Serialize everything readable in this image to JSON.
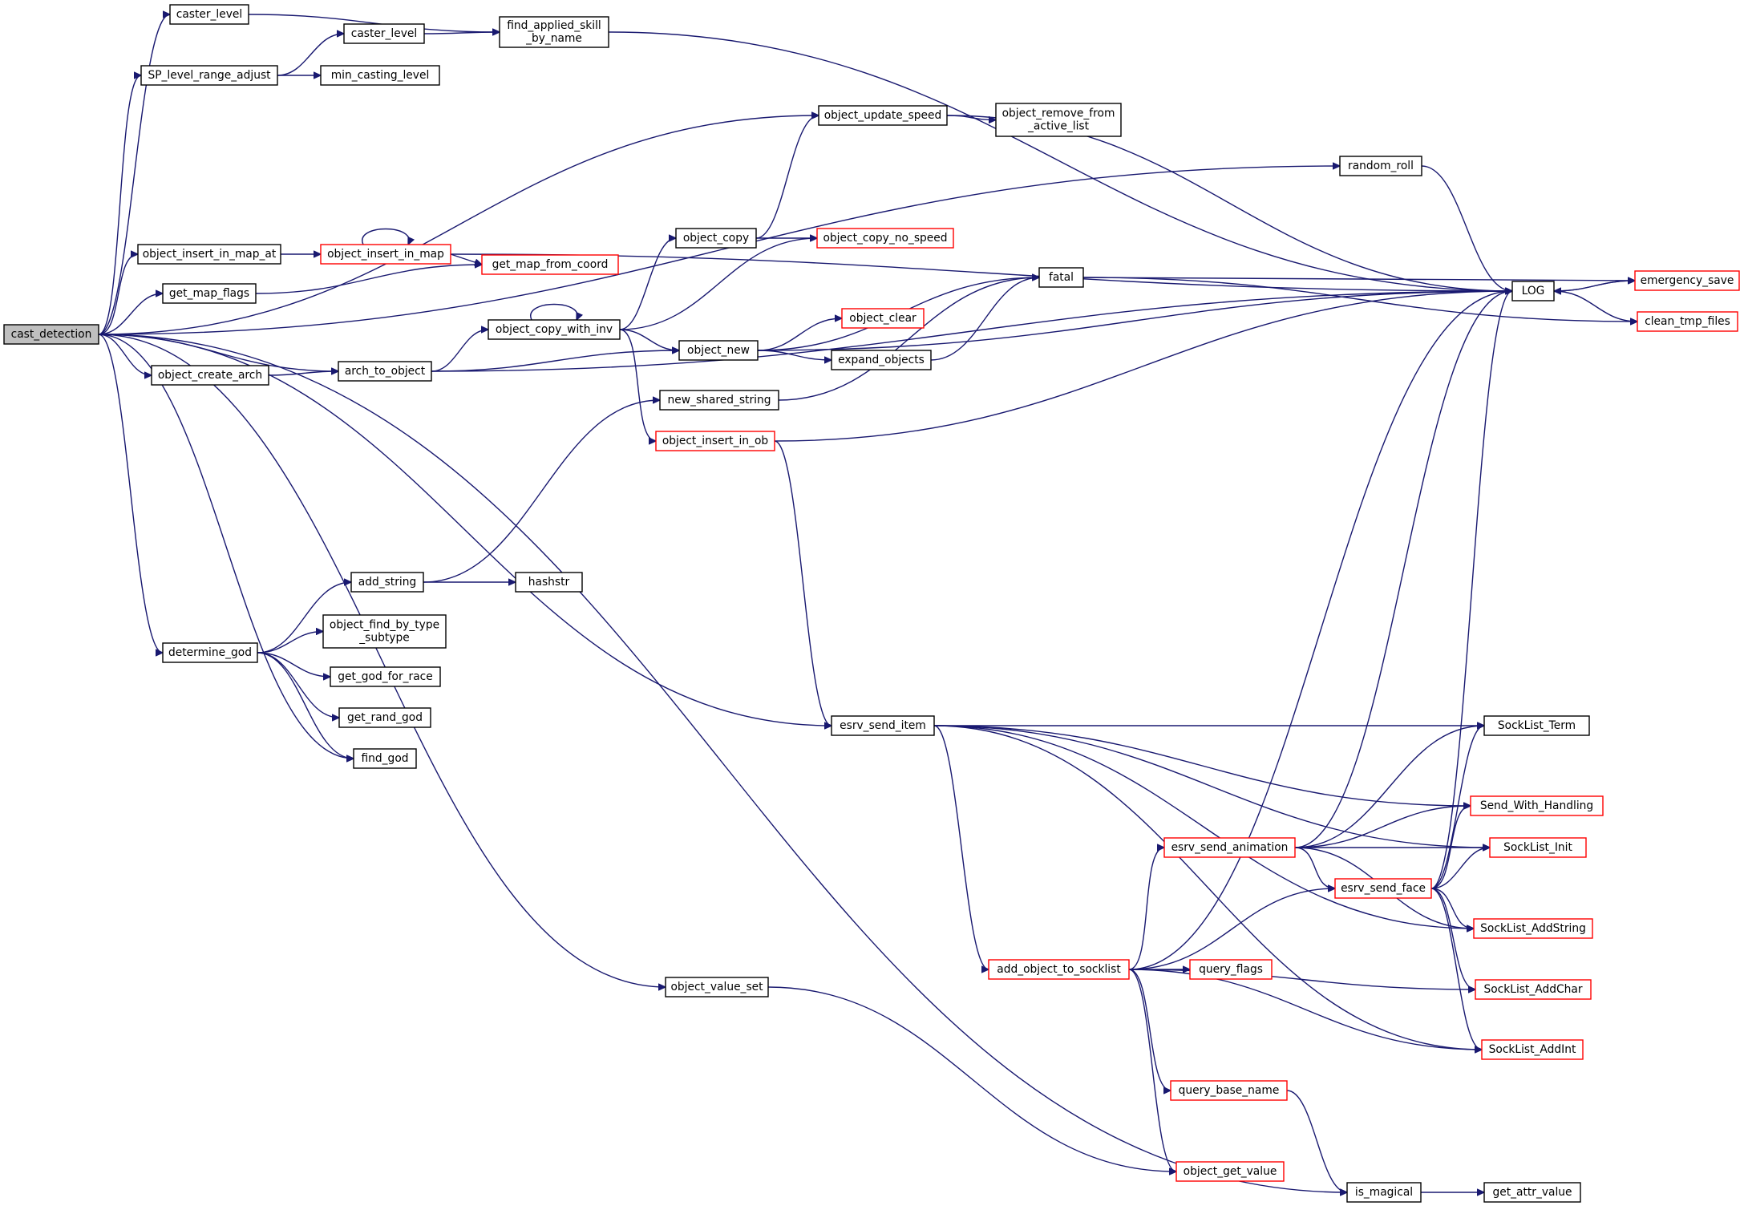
{
  "graph": {
    "root": "cast_detection",
    "nodes": [
      {
        "id": "cast_detection",
        "label": "cast_detection",
        "root": true
      },
      {
        "id": "caster_level_1",
        "label": "caster_level"
      },
      {
        "id": "caster_level_2",
        "label": "caster_level"
      },
      {
        "id": "find_applied_skill_by_name",
        "label": "find_applied_skill\n_by_name"
      },
      {
        "id": "SP_level_range_adjust",
        "label": "SP_level_range_adjust"
      },
      {
        "id": "min_casting_level",
        "label": "min_casting_level"
      },
      {
        "id": "object_update_speed",
        "label": "object_update_speed"
      },
      {
        "id": "object_remove_from_active_list",
        "label": "object_remove_from\n_active_list"
      },
      {
        "id": "random_roll",
        "label": "random_roll"
      },
      {
        "id": "object_copy",
        "label": "object_copy"
      },
      {
        "id": "object_copy_no_speed",
        "label": "object_copy_no_speed",
        "incomplete": true
      },
      {
        "id": "object_insert_in_map_at",
        "label": "object_insert_in_map_at"
      },
      {
        "id": "object_insert_in_map",
        "label": "object_insert_in_map",
        "incomplete": true
      },
      {
        "id": "get_map_from_coord",
        "label": "get_map_from_coord",
        "incomplete": true
      },
      {
        "id": "get_map_flags",
        "label": "get_map_flags"
      },
      {
        "id": "fatal",
        "label": "fatal"
      },
      {
        "id": "emergency_save",
        "label": "emergency_save",
        "incomplete": true
      },
      {
        "id": "LOG",
        "label": "LOG"
      },
      {
        "id": "clean_tmp_files",
        "label": "clean_tmp_files",
        "incomplete": true
      },
      {
        "id": "object_clear",
        "label": "object_clear",
        "incomplete": true
      },
      {
        "id": "object_copy_with_inv",
        "label": "object_copy_with_inv"
      },
      {
        "id": "object_new",
        "label": "object_new"
      },
      {
        "id": "expand_objects",
        "label": "expand_objects"
      },
      {
        "id": "object_create_arch",
        "label": "object_create_arch"
      },
      {
        "id": "arch_to_object",
        "label": "arch_to_object"
      },
      {
        "id": "new_shared_string",
        "label": "new_shared_string"
      },
      {
        "id": "object_insert_in_ob",
        "label": "object_insert_in_ob",
        "incomplete": true
      },
      {
        "id": "add_string",
        "label": "add_string"
      },
      {
        "id": "hashstr",
        "label": "hashstr"
      },
      {
        "id": "determine_god",
        "label": "determine_god"
      },
      {
        "id": "object_find_by_type_subtype",
        "label": "object_find_by_type\n_subtype"
      },
      {
        "id": "get_god_for_race",
        "label": "get_god_for_race"
      },
      {
        "id": "get_rand_god",
        "label": "get_rand_god"
      },
      {
        "id": "find_god",
        "label": "find_god"
      },
      {
        "id": "esrv_send_item",
        "label": "esrv_send_item"
      },
      {
        "id": "SockList_Term",
        "label": "SockList_Term"
      },
      {
        "id": "Send_With_Handling",
        "label": "Send_With_Handling",
        "incomplete": true
      },
      {
        "id": "esrv_send_animation",
        "label": "esrv_send_animation",
        "incomplete": true
      },
      {
        "id": "SockList_Init",
        "label": "SockList_Init",
        "incomplete": true
      },
      {
        "id": "esrv_send_face",
        "label": "esrv_send_face",
        "incomplete": true
      },
      {
        "id": "SockList_AddString",
        "label": "SockList_AddString",
        "incomplete": true
      },
      {
        "id": "add_object_to_socklist",
        "label": "add_object_to_socklist",
        "incomplete": true
      },
      {
        "id": "query_flags",
        "label": "query_flags",
        "incomplete": true
      },
      {
        "id": "SockList_AddChar",
        "label": "SockList_AddChar",
        "incomplete": true
      },
      {
        "id": "SockList_AddInt",
        "label": "SockList_AddInt",
        "incomplete": true
      },
      {
        "id": "object_value_set",
        "label": "object_value_set"
      },
      {
        "id": "query_base_name",
        "label": "query_base_name",
        "incomplete": true
      },
      {
        "id": "object_get_value",
        "label": "object_get_value",
        "incomplete": true
      },
      {
        "id": "is_magical",
        "label": "is_magical"
      },
      {
        "id": "get_attr_value",
        "label": "get_attr_value"
      }
    ],
    "edges": [
      [
        "cast_detection",
        "caster_level_1"
      ],
      [
        "cast_detection",
        "SP_level_range_adjust"
      ],
      [
        "cast_detection",
        "object_update_speed"
      ],
      [
        "cast_detection",
        "random_roll"
      ],
      [
        "cast_detection",
        "object_insert_in_map_at"
      ],
      [
        "cast_detection",
        "get_map_flags"
      ],
      [
        "cast_detection",
        "object_create_arch"
      ],
      [
        "cast_detection",
        "arch_to_object"
      ],
      [
        "cast_detection",
        "esrv_send_item"
      ],
      [
        "cast_detection",
        "determine_god"
      ],
      [
        "cast_detection",
        "find_god"
      ],
      [
        "cast_detection",
        "object_value_set"
      ],
      [
        "cast_detection",
        "is_magical"
      ],
      [
        "caster_level_1",
        "find_applied_skill_by_name"
      ],
      [
        "caster_level_2",
        "find_applied_skill_by_name"
      ],
      [
        "find_applied_skill_by_name",
        "LOG"
      ],
      [
        "SP_level_range_adjust",
        "caster_level_2"
      ],
      [
        "SP_level_range_adjust",
        "min_casting_level"
      ],
      [
        "object_update_speed",
        "object_remove_from_active_list"
      ],
      [
        "object_update_speed",
        "LOG"
      ],
      [
        "random_roll",
        "LOG"
      ],
      [
        "object_insert_in_map_at",
        "object_insert_in_map"
      ],
      [
        "object_insert_in_map",
        "object_insert_in_map"
      ],
      [
        "object_insert_in_map",
        "get_map_from_coord"
      ],
      [
        "object_insert_in_map",
        "LOG"
      ],
      [
        "get_map_flags",
        "get_map_from_coord"
      ],
      [
        "object_create_arch",
        "arch_to_object"
      ],
      [
        "arch_to_object",
        "object_copy_with_inv"
      ],
      [
        "arch_to_object",
        "object_new"
      ],
      [
        "arch_to_object",
        "LOG"
      ],
      [
        "object_copy_with_inv",
        "object_copy_with_inv"
      ],
      [
        "object_copy_with_inv",
        "object_copy"
      ],
      [
        "object_copy_with_inv",
        "object_copy_no_speed"
      ],
      [
        "object_copy_with_inv",
        "object_new"
      ],
      [
        "object_copy_with_inv",
        "object_insert_in_ob"
      ],
      [
        "object_copy",
        "object_update_speed"
      ],
      [
        "object_copy",
        "object_copy_no_speed"
      ],
      [
        "object_new",
        "fatal"
      ],
      [
        "object_new",
        "object_clear"
      ],
      [
        "object_new",
        "expand_objects"
      ],
      [
        "object_new",
        "LOG"
      ],
      [
        "expand_objects",
        "fatal"
      ],
      [
        "fatal",
        "emergency_save"
      ],
      [
        "fatal",
        "clean_tmp_files"
      ],
      [
        "emergency_save",
        "LOG"
      ],
      [
        "LOG",
        "emergency_save"
      ],
      [
        "LOG",
        "clean_tmp_files"
      ],
      [
        "new_shared_string",
        "fatal"
      ],
      [
        "object_insert_in_ob",
        "LOG"
      ],
      [
        "object_insert_in_ob",
        "esrv_send_item"
      ],
      [
        "determine_god",
        "add_string"
      ],
      [
        "determine_god",
        "object_find_by_type_subtype"
      ],
      [
        "determine_god",
        "get_god_for_race"
      ],
      [
        "determine_god",
        "get_rand_god"
      ],
      [
        "determine_god",
        "find_god"
      ],
      [
        "add_string",
        "new_shared_string"
      ],
      [
        "add_string",
        "hashstr"
      ],
      [
        "esrv_send_item",
        "SockList_Term"
      ],
      [
        "esrv_send_item",
        "Send_With_Handling"
      ],
      [
        "esrv_send_item",
        "SockList_Init"
      ],
      [
        "esrv_send_item",
        "SockList_AddString"
      ],
      [
        "esrv_send_item",
        "add_object_to_socklist"
      ],
      [
        "esrv_send_item",
        "SockList_AddInt"
      ],
      [
        "esrv_send_animation",
        "LOG"
      ],
      [
        "esrv_send_animation",
        "SockList_Term"
      ],
      [
        "esrv_send_animation",
        "Send_With_Handling"
      ],
      [
        "esrv_send_animation",
        "SockList_Init"
      ],
      [
        "esrv_send_animation",
        "esrv_send_face"
      ],
      [
        "esrv_send_animation",
        "SockList_AddString"
      ],
      [
        "esrv_send_face",
        "LOG"
      ],
      [
        "esrv_send_face",
        "SockList_Term"
      ],
      [
        "esrv_send_face",
        "Send_With_Handling"
      ],
      [
        "esrv_send_face",
        "SockList_Init"
      ],
      [
        "esrv_send_face",
        "SockList_AddString"
      ],
      [
        "esrv_send_face",
        "SockList_AddChar"
      ],
      [
        "esrv_send_face",
        "SockList_AddInt"
      ],
      [
        "add_object_to_socklist",
        "LOG"
      ],
      [
        "add_object_to_socklist",
        "esrv_send_animation"
      ],
      [
        "add_object_to_socklist",
        "esrv_send_face"
      ],
      [
        "add_object_to_socklist",
        "query_flags"
      ],
      [
        "add_object_to_socklist",
        "SockList_AddChar"
      ],
      [
        "add_object_to_socklist",
        "SockList_AddInt"
      ],
      [
        "add_object_to_socklist",
        "query_base_name"
      ],
      [
        "add_object_to_socklist",
        "object_get_value"
      ],
      [
        "object_value_set",
        "object_get_value"
      ],
      [
        "query_base_name",
        "is_magical"
      ],
      [
        "is_magical",
        "get_attr_value"
      ]
    ]
  }
}
